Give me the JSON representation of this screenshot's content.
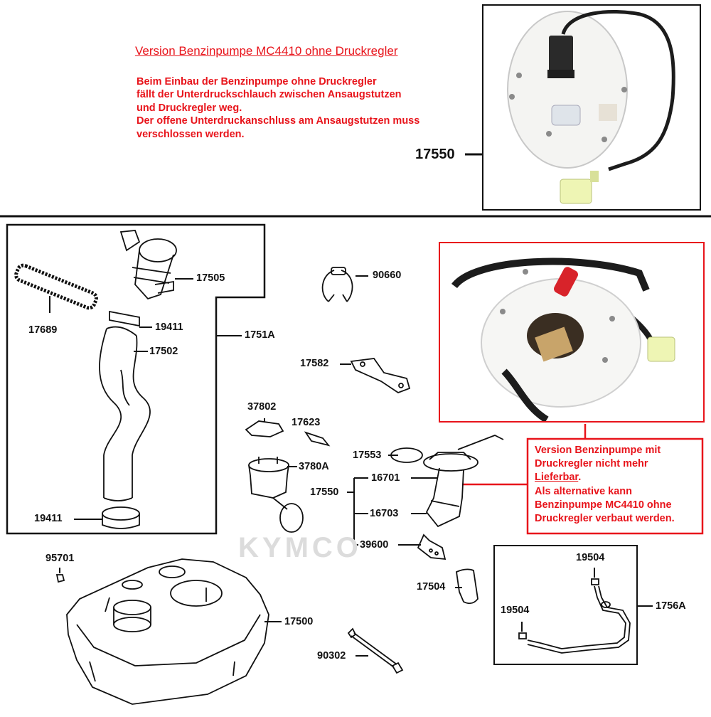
{
  "top_note": {
    "title": "Version Benzinpumpe MC4410 ohne Druckregler",
    "lines": [
      "Beim Einbau der Benzinpumpe ohne Druckregler",
      "fällt der Unterdruckschlauch zwischen Ansaugstutzen",
      "und Druckregler weg.",
      "Der offene Unterdruckanschluss am Ansaugstutzen muss",
      "verschlossen werden."
    ]
  },
  "photo_label": "17550",
  "right_note": {
    "line1": "Version Benzinpumpe mit",
    "line2": "Druckregler nicht mehr",
    "line3_underlined": "Lieferbar",
    "line3_suffix": ".",
    "line4": "Als alternative kann",
    "line5": "Benzinpumpe MC4410 ohne",
    "line6": "Druckregler verbaut werden."
  },
  "watermark": "KYMCO",
  "parts": {
    "p17505": "17505",
    "p17689": "17689",
    "p19411_top": "19411",
    "p17502": "17502",
    "p1751A": "1751A",
    "p19411_bottom": "19411",
    "p90660": "90660",
    "p17582": "17582",
    "p37802": "37802",
    "p17623": "17623",
    "p3780A": "3780A",
    "p17553": "17553",
    "p16701": "16701",
    "p17550": "17550",
    "p16703": "16703",
    "p39600": "39600",
    "p17504": "17504",
    "p95701": "95701",
    "p17500": "17500",
    "p90302": "90302",
    "p19504_top": "19504",
    "p19504_left": "19504",
    "p1756A": "1756A"
  },
  "colors": {
    "accent_red": "#e8141b",
    "line": "#111111",
    "watermark": "#dcdcdc"
  }
}
